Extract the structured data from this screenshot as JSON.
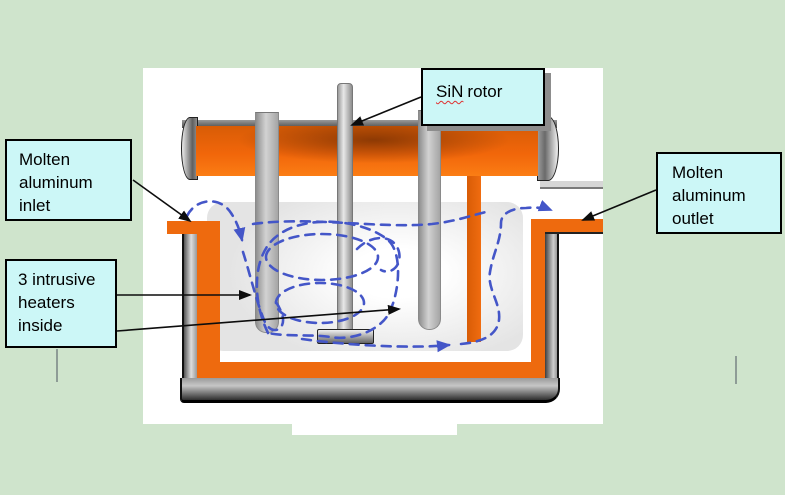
{
  "labels": {
    "inlet": {
      "lines": [
        "Molten",
        "aluminum",
        "inlet"
      ]
    },
    "rotor": {
      "term": "SiN",
      "rest": "rotor"
    },
    "outlet": {
      "lines": [
        "Molten",
        "aluminum",
        "outlet"
      ]
    },
    "heaters": {
      "lines": [
        "3 intrusive",
        "heaters",
        "inside"
      ]
    }
  },
  "colors": {
    "bg_green": "#cfe4cc",
    "box_cyan": "#ccf7f7",
    "orange": "#ee6a0e",
    "orange_deep": "#7c3a00",
    "flow_blue": "#4456c8",
    "arrow_black": "#0d0d0d",
    "melt_gray": "#e4e4e4"
  }
}
